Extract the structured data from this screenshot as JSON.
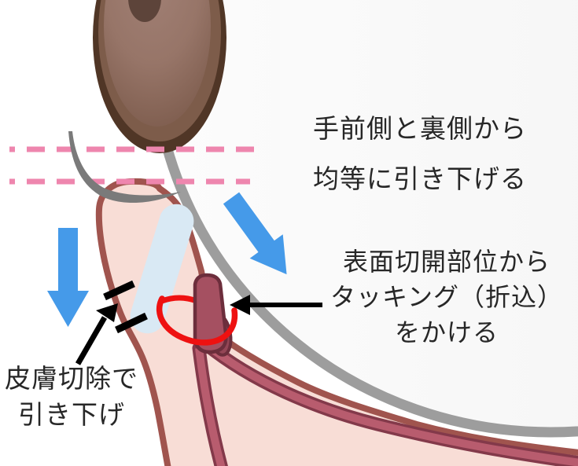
{
  "figure": {
    "title": "tissue pull-down and tacking technique diagram",
    "annotations": {
      "pull_down": "手前側と裏側から\n均等に引き下げる",
      "tacking": "表面切開部位から\nタッキング（折込）\nをかける",
      "skin_excision": "皮膚切除で\n引き下げ"
    },
    "colors": {
      "accent_blue_arrow": "#459ae9",
      "suture_red": "#ee1111",
      "guide_dash_pink": "#ee86ae",
      "skin_pink": "#f8ddd6",
      "skin_border_rose": "#a0544e",
      "cartilage_light_blue": "#d9e9f4",
      "muscle_maroon": "#b85c6e",
      "muscle_maroon_dark": "#83394a",
      "knob_maroon": "#a55061",
      "wire_gray": "#9d9d9d",
      "needle_gray": "#7a7a7a",
      "bulb_brown_dark": "#503626",
      "bulb_brown_mid": "#7d5c4a",
      "bulb_brown_light": "#9a796d",
      "text_color": "#272727"
    },
    "elements": [
      "brown-tissue-bulb",
      "guide-dashed-lines",
      "needle-hook",
      "retraction-wire-arc",
      "skin-flap",
      "cartilage-strip",
      "muscle-bands",
      "tack-fold-knob",
      "tacking-suture",
      "pull-arrows",
      "tacking-arrow",
      "excision-marks"
    ]
  }
}
